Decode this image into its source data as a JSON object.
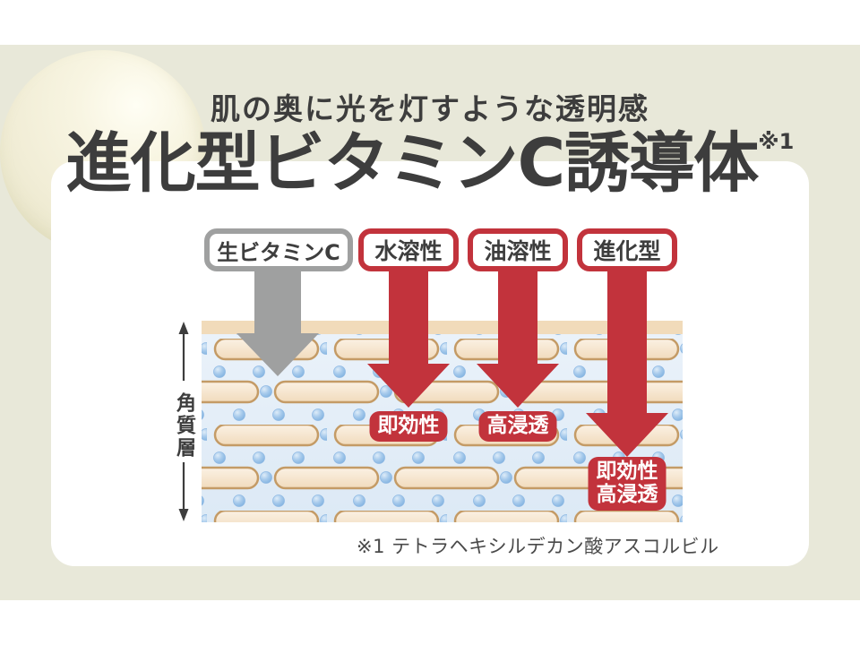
{
  "page": {
    "background_color": "#E8E8D9",
    "card_color": "#FFFFFF"
  },
  "header": {
    "subtitle": "肌の奥に光を灯すような透明感",
    "title": "進化型ビタミンC誘導体",
    "title_ref": "※1"
  },
  "labels": {
    "pills": [
      {
        "label": "生ビタミンC",
        "style": "gray"
      },
      {
        "label": "水溶性",
        "style": "red"
      },
      {
        "label": "油溶性",
        "style": "red"
      },
      {
        "label": "進化型",
        "style": "red"
      }
    ]
  },
  "diagram": {
    "side_label": "角質層",
    "effects": {
      "water": "即効性",
      "oil": "高浸透",
      "advanced_line1": "即効性",
      "advanced_line2": "高浸透"
    }
  },
  "footnote": "※1 テトラヘキシルデカン酸アスコルビル",
  "colors": {
    "accent_red": "#C2333C",
    "neutral_gray": "#9FA0A0",
    "text_dark": "#3D3D3D",
    "skin_surface_tan": "#F1DBBA",
    "skin_blue": "#E1EDF7",
    "cell_fill": "#F6E8D5",
    "cell_border": "#C49B66",
    "dot_blue": "#79ADDD"
  }
}
